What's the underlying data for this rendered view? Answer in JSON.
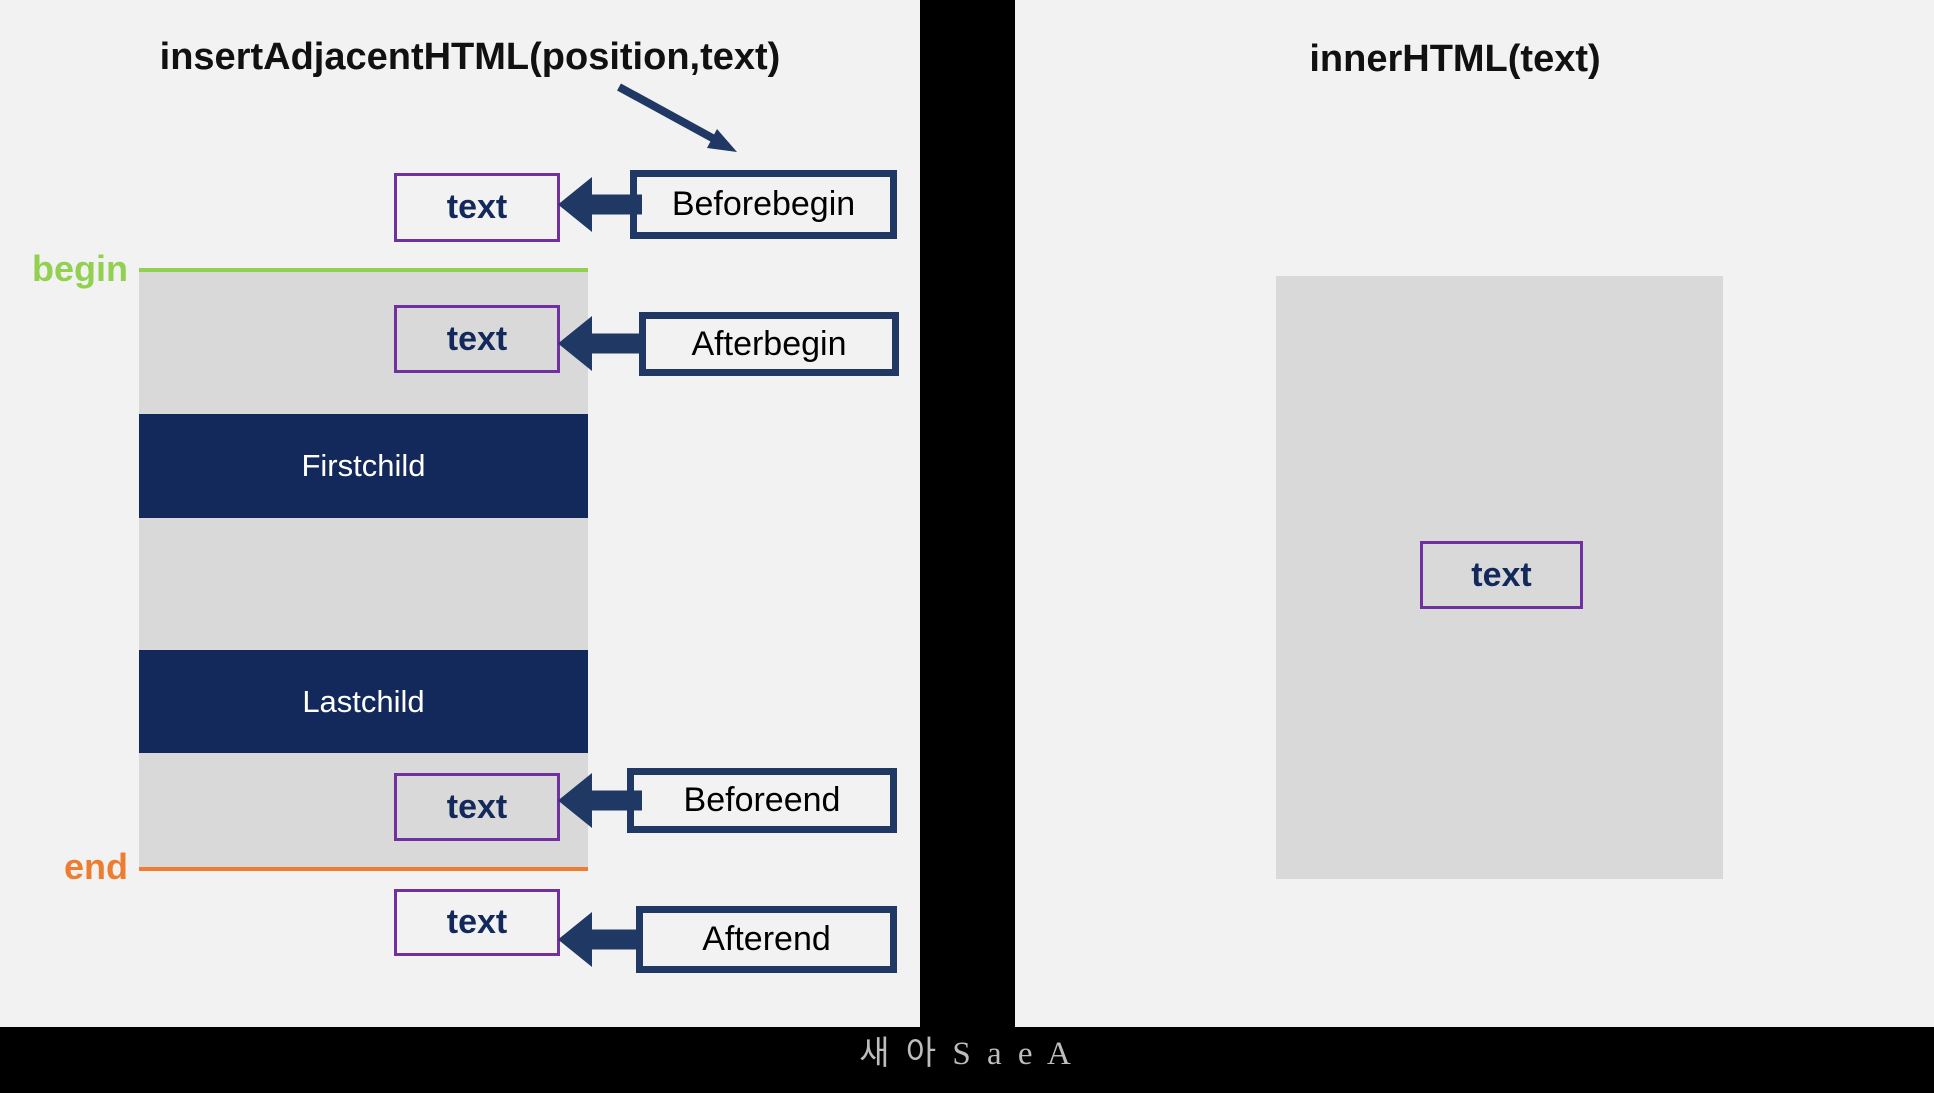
{
  "colors": {
    "background": "#000000",
    "panel_background": "#F2F2F2",
    "navy_fill": "#14295B",
    "navy_border_arrow": "#1F3864",
    "purple_border": "#7030A0",
    "begin_green": "#92D050",
    "end_orange": "#ED7D31",
    "container_gray": "#D9D9D9",
    "watermark_gray": "#BDBDBD"
  },
  "insert_adjacent": {
    "title": "insertAdjacentHTML(position,text)",
    "inserted_text_label": "text",
    "markers": {
      "begin": "begin",
      "end": "end"
    },
    "children": {
      "first": "Firstchild",
      "last": "Lastchild"
    },
    "positions": [
      {
        "label": "Beforebegin"
      },
      {
        "label": "Afterbegin"
      },
      {
        "label": "Beforeend"
      },
      {
        "label": "Afterend"
      }
    ]
  },
  "inner_html": {
    "title": "innerHTML(text)",
    "inserted_text_label": "text"
  },
  "watermark": "새 아 S a e A"
}
